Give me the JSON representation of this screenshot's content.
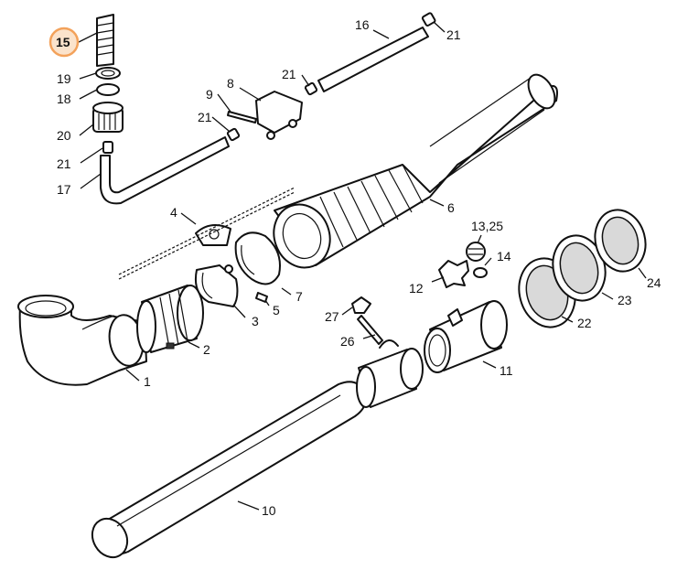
{
  "highlight_color": "#f3a25b",
  "callouts": [
    {
      "id": "c15",
      "text": "15",
      "highlighted": true
    },
    {
      "id": "c19",
      "text": "19"
    },
    {
      "id": "c18",
      "text": "18"
    },
    {
      "id": "c20",
      "text": "20"
    },
    {
      "id": "c21a",
      "text": "21"
    },
    {
      "id": "c17",
      "text": "17"
    },
    {
      "id": "c9",
      "text": "9"
    },
    {
      "id": "c8",
      "text": "8"
    },
    {
      "id": "c21b",
      "text": "21"
    },
    {
      "id": "c21c",
      "text": "21"
    },
    {
      "id": "c16",
      "text": "16"
    },
    {
      "id": "c21d",
      "text": "21"
    },
    {
      "id": "c4",
      "text": "4"
    },
    {
      "id": "c6",
      "text": "6"
    },
    {
      "id": "c7",
      "text": "7"
    },
    {
      "id": "c5",
      "text": "5"
    },
    {
      "id": "c3",
      "text": "3"
    },
    {
      "id": "c2",
      "text": "2"
    },
    {
      "id": "c1",
      "text": "1"
    },
    {
      "id": "c1325",
      "text": "13,25"
    },
    {
      "id": "c14",
      "text": "14"
    },
    {
      "id": "c12",
      "text": "12"
    },
    {
      "id": "c27",
      "text": "27"
    },
    {
      "id": "c26",
      "text": "26"
    },
    {
      "id": "c11",
      "text": "11"
    },
    {
      "id": "c22",
      "text": "22"
    },
    {
      "id": "c23",
      "text": "23"
    },
    {
      "id": "c24",
      "text": "24"
    },
    {
      "id": "c10",
      "text": "10"
    }
  ]
}
